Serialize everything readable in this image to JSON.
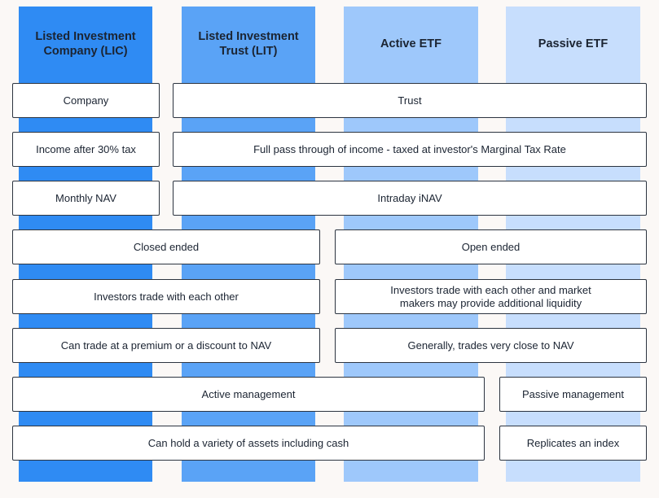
{
  "columns": [
    {
      "title": "Listed Investment Company (LIC)"
    },
    {
      "title": "Listed Investment Trust (LIT)"
    },
    {
      "title": "Active ETF"
    },
    {
      "title": "Passive ETF"
    }
  ],
  "rows": {
    "structure": {
      "lic": "Company",
      "others": "Trust"
    },
    "tax": {
      "lic": "Income after 30% tax",
      "others": "Full pass through of income - taxed at investor's Marginal Tax Rate"
    },
    "nav": {
      "lic": "Monthly NAV",
      "others": "Intraday iNAV"
    },
    "ended": {
      "listed": "Closed ended",
      "etf": "Open ended"
    },
    "trading": {
      "listed": "Investors trade with each other",
      "etf": "Investors trade with each other and market makers may provide additional liquidity"
    },
    "pricing": {
      "listed": "Can trade at a premium or a discount to NAV",
      "etf": "Generally, trades very close to NAV"
    },
    "management": {
      "active": "Active management",
      "passive": "Passive management"
    },
    "assets": {
      "active": "Can hold a variety of assets including cash",
      "passive": "Replicates an index"
    }
  },
  "colors": {
    "lic": "#2f8bf3",
    "lit": "#5aa3f6",
    "active_etf": "#9ec8fb",
    "passive_etf": "#c7defd",
    "background": "#fbf8f6"
  }
}
